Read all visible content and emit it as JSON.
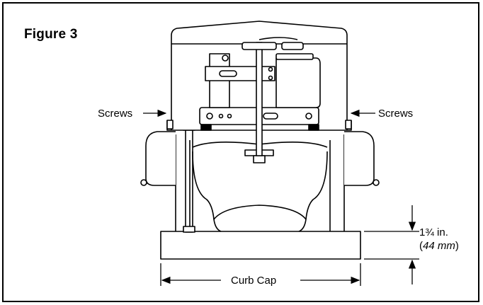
{
  "figure": {
    "title": "Figure 3",
    "labels": {
      "screws_left": "Screws",
      "screws_right": "Screws",
      "dimension_imperial": "1¾ in.",
      "dimension_metric_open": "(",
      "dimension_metric_value": "44 mm",
      "dimension_metric_close": ")",
      "curb_cap": "Curb Cap"
    }
  },
  "colors": {
    "line": "#000000",
    "background": "#ffffff"
  }
}
